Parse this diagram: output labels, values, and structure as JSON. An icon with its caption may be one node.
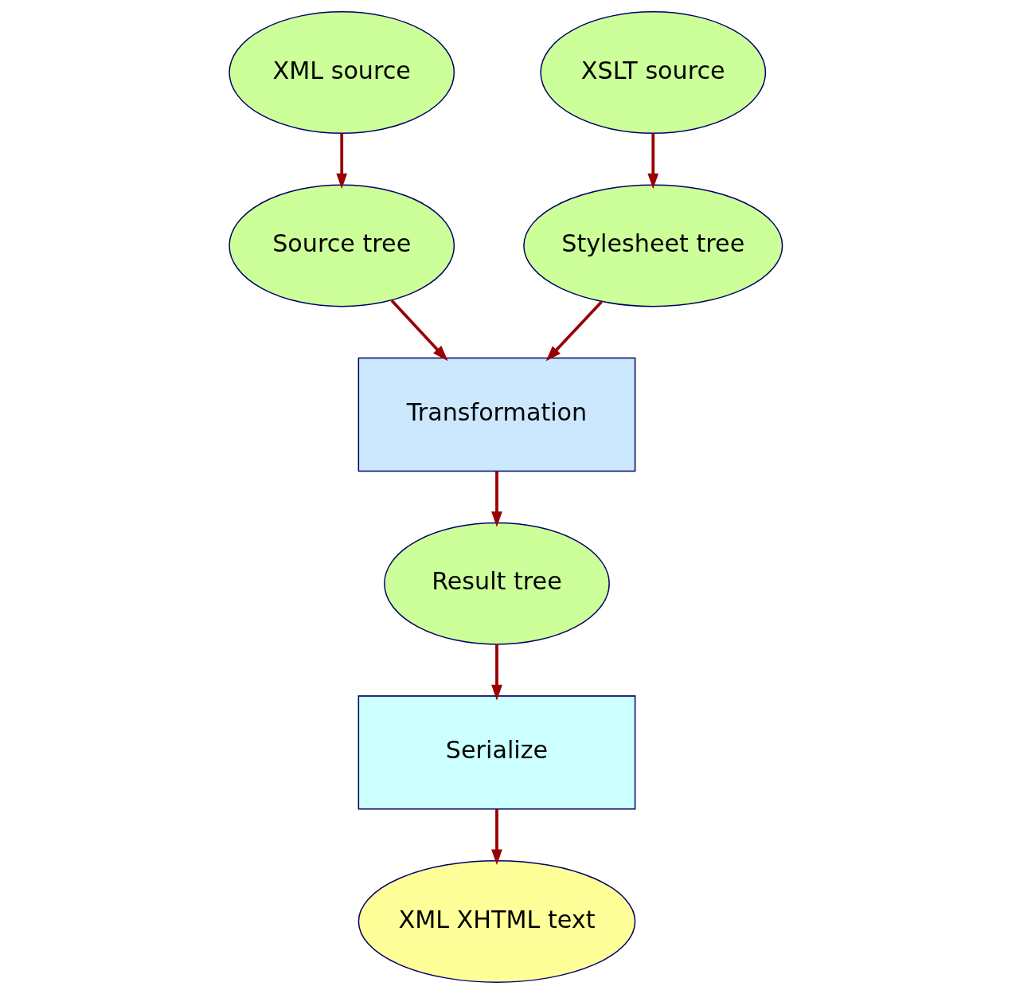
{
  "diagram": {
    "nodes": [
      {
        "text": [
          "XML source"
        ]
      },
      {
        "text": [
          "XSLT source"
        ]
      },
      {
        "text": [
          "Source tree"
        ]
      },
      {
        "text": [
          "Transformation"
        ]
      },
      {
        "text": [
          "Stylesheet tree"
        ]
      },
      {
        "text": [
          "Result tree"
        ]
      },
      {
        "text": [
          "Serialize"
        ]
      },
      {
        "text": [
          "XML XHTML text"
        ]
      }
    ],
    "edges": [
      {
        "from": 0,
        "to": 2,
        "arrow": "to"
      },
      {
        "from": 1,
        "to": 4,
        "arrow": "to"
      },
      {
        "from": 2,
        "to": 3,
        "arrow": "to"
      },
      {
        "from": 4,
        "to": 3,
        "arrow": "to"
      },
      {
        "from": 3,
        "to": 5,
        "arrow": "to"
      },
      {
        "from": 5,
        "to": 6,
        "arrow": "to"
      },
      {
        "from": 6,
        "to": 7,
        "arrow": "to"
      }
    ]
  }
}
